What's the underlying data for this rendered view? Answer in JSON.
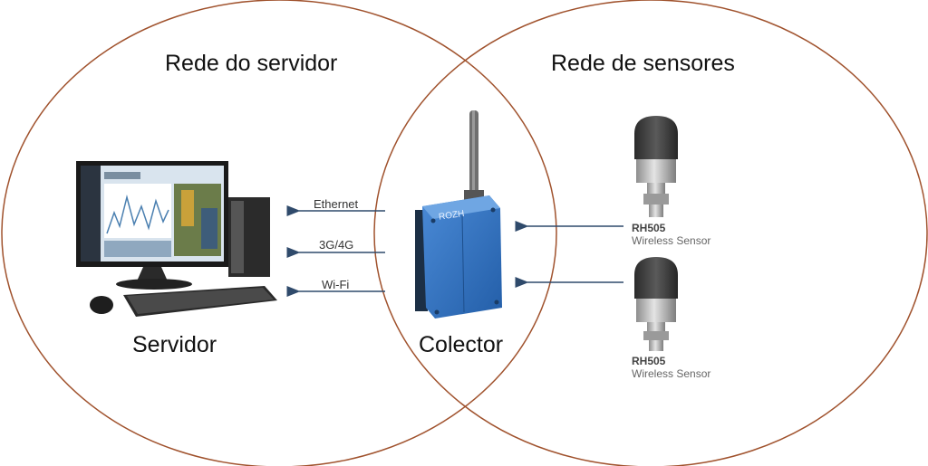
{
  "networks": {
    "server_network": "Rede do servidor",
    "sensor_network": "Rede de sensores"
  },
  "nodes": {
    "server": "Servidor",
    "collector": "Colector",
    "collector_brand": "ROZH"
  },
  "links": {
    "ethernet": "Ethernet",
    "cellular": "3G/4G",
    "wifi": "Wi-Fi"
  },
  "sensors": [
    {
      "model": "RH505",
      "description": "Wireless Sensor"
    },
    {
      "model": "RH505",
      "description": "Wireless Sensor"
    }
  ],
  "colors": {
    "circle_stroke": "#a0522d",
    "arrow": "#2f4a6b",
    "collector_body": "#2f6fc0",
    "sensor_cap": "#3a3a3a",
    "sensor_body": "#b8b8b8"
  }
}
